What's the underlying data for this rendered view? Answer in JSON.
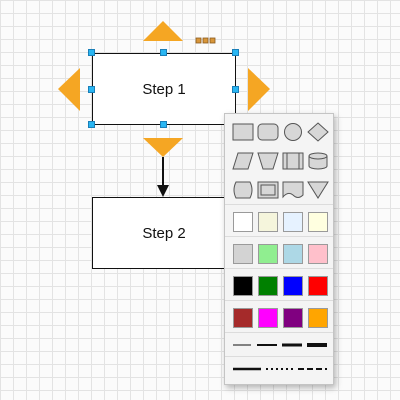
{
  "diagram": {
    "nodes": [
      {
        "id": "step1",
        "label": "Step 1",
        "selected": true
      },
      {
        "id": "step2",
        "label": "Step 2",
        "selected": false
      }
    ]
  },
  "arrow_color": "#f5a623",
  "selection_color": "#29b6f2",
  "palette": {
    "shapes": [
      [
        "rectangle",
        "rounded-rectangle",
        "ellipse",
        "diamond"
      ],
      [
        "parallelogram",
        "trapezoid",
        "process",
        "cylinder"
      ],
      [
        "tape",
        "cube",
        "document",
        "triangle-down"
      ]
    ],
    "fill_colors": [
      [
        "#ffffff",
        "#f5f5dc",
        "#e6f2ff",
        "#ffffe0"
      ],
      [
        "#d3d3d3",
        "#90ee90",
        "#add8e6",
        "#ffc0cb"
      ],
      [
        "#000000",
        "#008000",
        "#0000ff",
        "#ff0000"
      ],
      [
        "#a52a2a",
        "#ff00ff",
        "#800080",
        "#ffa500"
      ]
    ],
    "stroke_widths": [
      "line-width-1",
      "line-width-2",
      "line-width-3",
      "line-width-4"
    ],
    "stroke_styles": [
      "line-solid",
      "line-dotted",
      "line-dashed"
    ]
  }
}
